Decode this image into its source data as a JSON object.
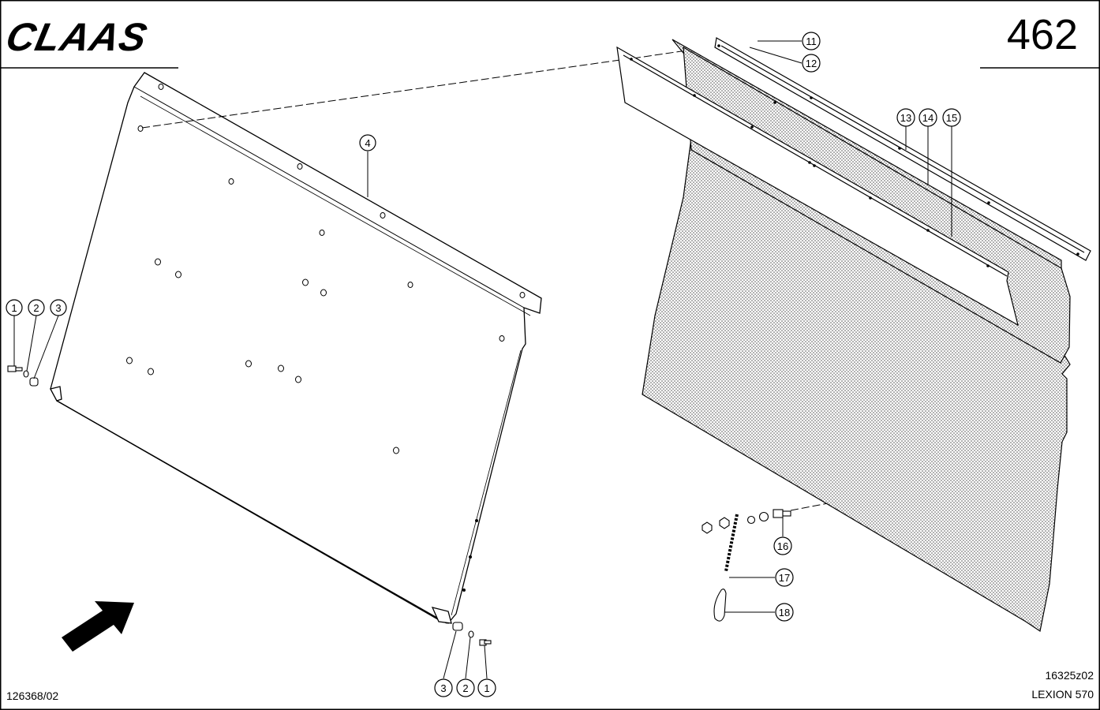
{
  "header": {
    "brand": "CLAAS",
    "page_number": "462"
  },
  "footer": {
    "drawing_ref": "126368/02",
    "figure_code": "16325z02",
    "model": "LEXION 570"
  },
  "callouts": {
    "c1a": "1",
    "c2a": "2",
    "c3a": "3",
    "c4": "4",
    "c11": "11",
    "c12": "12",
    "c13": "13",
    "c14": "14",
    "c15": "15",
    "c16": "16",
    "c17": "17",
    "c18": "18",
    "c3b": "3",
    "c2b": "2",
    "c1b": "1"
  },
  "colors": {
    "line": "#000000",
    "background": "#ffffff",
    "mesh": "#b8b8b8"
  },
  "icons": {
    "direction": "arrow-icon"
  }
}
